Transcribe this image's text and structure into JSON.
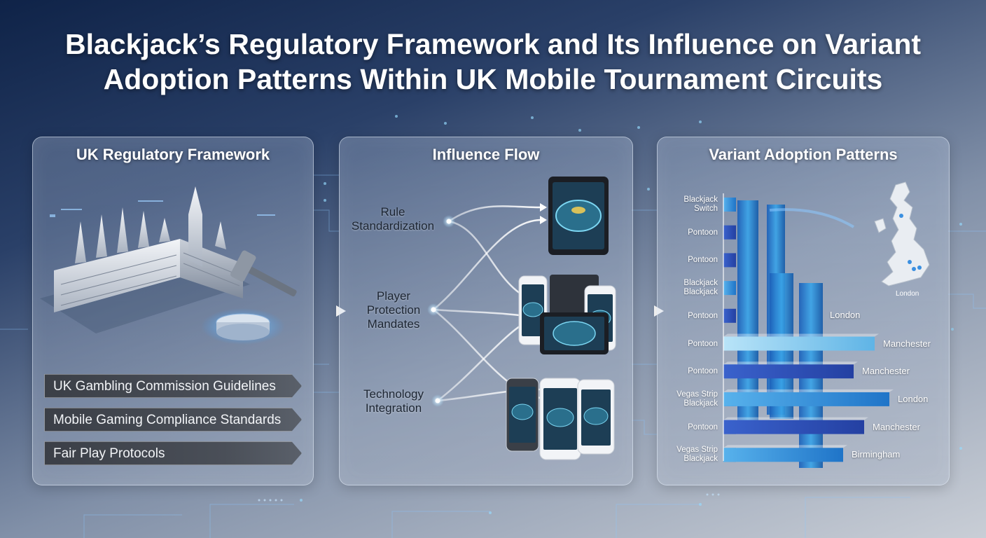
{
  "title": {
    "line1": "Blackjack’s Regulatory Framework and Its Influence on Variant",
    "line2": "Adoption Patterns Within UK Mobile Tournament Circuits"
  },
  "left_panel": {
    "title": "UK Regulatory Framework",
    "items": [
      "UK Gambling Commission Guidelines",
      "Mobile Gaming Compliance Standards",
      "Fair Play Protocols"
    ]
  },
  "middle_panel": {
    "title": "Influence Flow",
    "drivers": [
      [
        "Rule",
        "Standardization"
      ],
      [
        "Player",
        "Protection",
        "Mandates"
      ],
      [
        "Technology",
        "Integration"
      ]
    ]
  },
  "right_panel": {
    "title": "Variant Adoption Patterns",
    "map_label": "London"
  },
  "chart_data": {
    "type": "bar",
    "title": "Variant Adoption Patterns",
    "categories": [
      "Blackjack Switch",
      "Pontoon",
      "Pontoon",
      "Blackjack Blackjack",
      "Pontoon",
      "Pontoon",
      "Pontoon",
      "Vegas Strip Blackjack",
      "Pontoon",
      "Vegas Strip Blackjack"
    ],
    "bars": [
      {
        "category_index": 5,
        "city": "Manchester",
        "value": 0.72
      },
      {
        "category_index": 6,
        "city": "Manchester",
        "value": 0.62
      },
      {
        "category_index": 7,
        "city": "London",
        "value": 0.79
      },
      {
        "category_index": 8,
        "city": "Manchester",
        "value": 0.67
      },
      {
        "category_index": 9,
        "city": "Birmingham",
        "value": 0.57
      }
    ],
    "columns": [
      {
        "level": 0.82
      },
      {
        "level": 0.75
      },
      {
        "level": 0.52
      },
      {
        "level": 0.66
      }
    ],
    "annotation": "London",
    "colors": {
      "light": "#7ec8ee",
      "mid": "#2f86d6",
      "dark": "#2a4fb8"
    }
  }
}
